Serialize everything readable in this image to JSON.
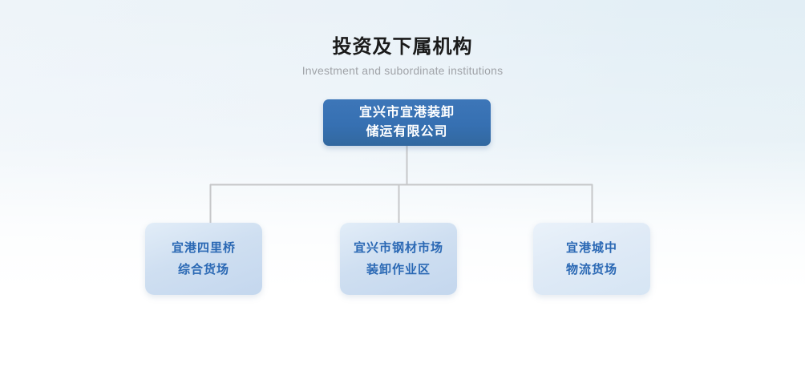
{
  "heading": {
    "title": "投资及下属机构",
    "subtitle": "Investment and subordinate institutions"
  },
  "org_chart": {
    "root": {
      "name": "宜兴市宜港装卸储运有限公司",
      "lines": [
        "宜兴市宜港装卸",
        "储运有限公司"
      ]
    },
    "children": [
      {
        "name": "宜港四里桥综合货场",
        "lines": [
          "宜港四里桥",
          "综合货场"
        ]
      },
      {
        "name": "宜兴市钢材市场装卸作业区",
        "lines": [
          "宜兴市钢材市场",
          "装卸作业区"
        ]
      },
      {
        "name": "宜港城中物流货场",
        "lines": [
          "宜港城中",
          "物流货场"
        ]
      }
    ]
  },
  "colors": {
    "root_fill": "#3670b2",
    "root_text": "#ffffff",
    "child_fill": "#cfdff1",
    "child_text": "#2a68b4",
    "connector": "#c6c7c9",
    "title_text": "#1a1a1a",
    "subtitle_text": "#a0a3a8",
    "background_top": "#eaf2f8",
    "background_bottom": "#ffffff"
  }
}
